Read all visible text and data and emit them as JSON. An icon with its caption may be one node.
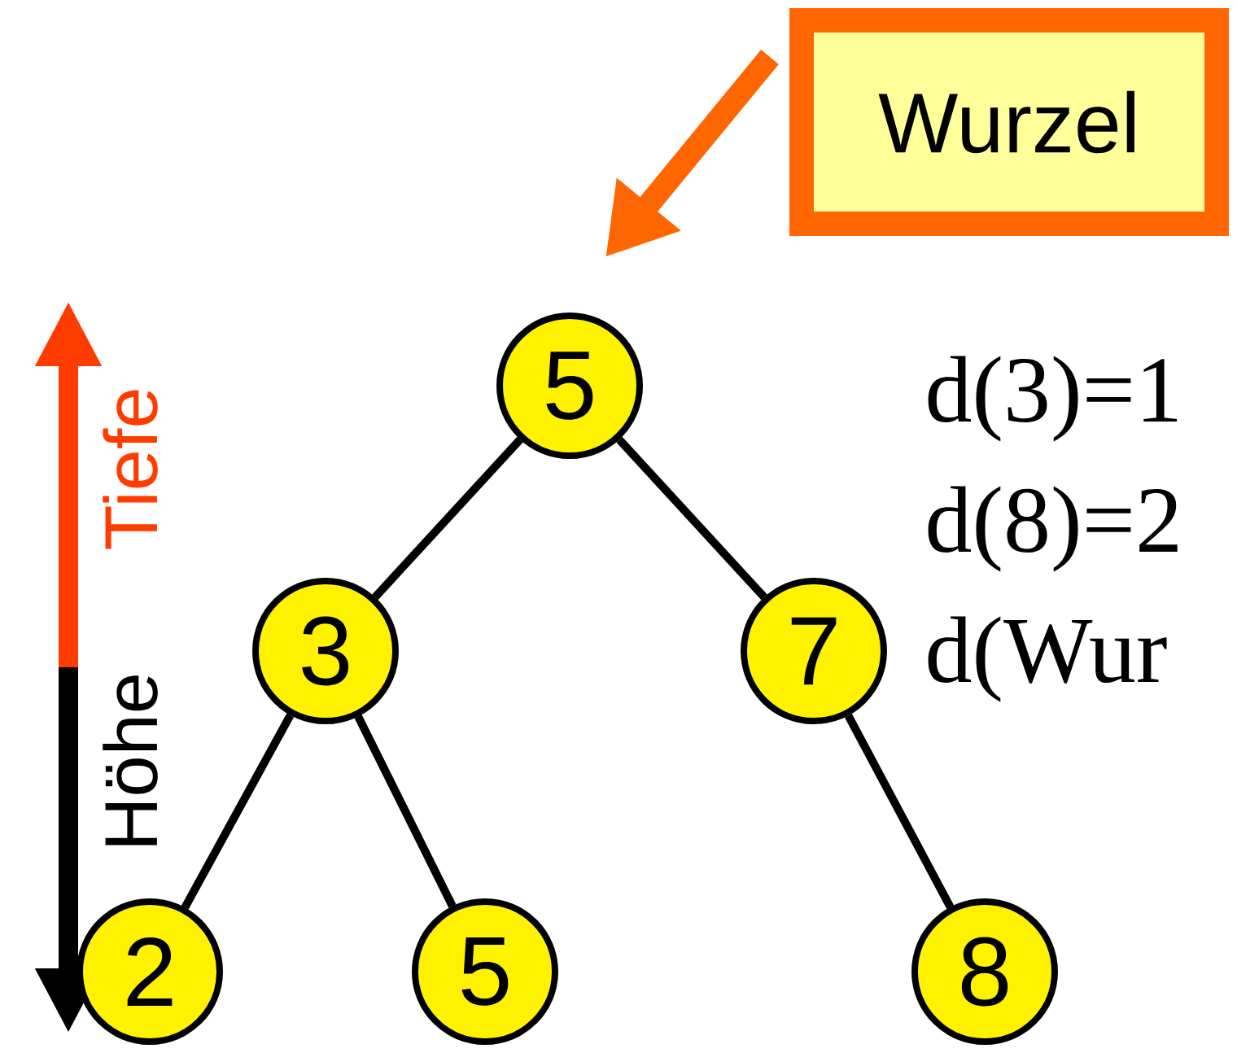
{
  "diagram": {
    "nodes": [
      {
        "text": [
          "Wurzel"
        ]
      },
      {
        "text": [
          "5"
        ]
      },
      {
        "text": [
          "3"
        ]
      },
      {
        "text": [
          "7"
        ]
      },
      {
        "text": [
          "2"
        ]
      },
      {
        "text": [
          "5"
        ]
      },
      {
        "text": [
          "8"
        ]
      }
    ],
    "edges": [
      {
        "from": 0,
        "to": 1,
        "arrow": "to",
        "style": "thick",
        "color": "#ff6600"
      },
      {
        "from": 1,
        "to": 2,
        "arrow": "none"
      },
      {
        "from": 1,
        "to": 3,
        "arrow": "none"
      },
      {
        "from": 2,
        "to": 4,
        "arrow": "none"
      },
      {
        "from": 2,
        "to": 5,
        "arrow": "none"
      },
      {
        "from": 3,
        "to": 6,
        "arrow": "none"
      }
    ],
    "labels": [
      "Tiefe",
      "Höhe",
      "d(3)=1",
      "d(8)=2",
      "d(Wur"
    ]
  }
}
